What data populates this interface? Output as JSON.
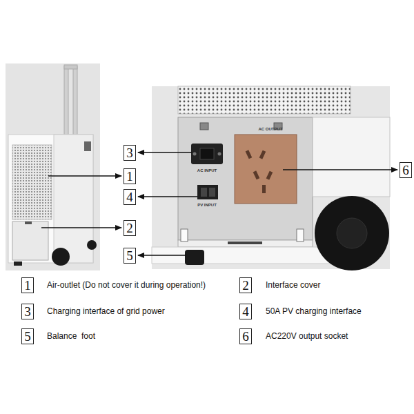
{
  "diagram": {
    "nodes": [
      {
        "text": [
          "3"
        ]
      },
      {
        "text": [
          "6"
        ]
      },
      {
        "text": [
          "1"
        ]
      },
      {
        "text": [
          "4"
        ]
      },
      {
        "text": [
          "2"
        ]
      },
      {
        "text": [
          "5"
        ]
      },
      {
        "text": [
          "1"
        ]
      },
      {
        "text": [
          "2"
        ]
      },
      {
        "text": [
          "3"
        ]
      },
      {
        "text": [
          "4"
        ]
      },
      {
        "text": [
          "5"
        ]
      },
      {
        "text": [
          "6"
        ]
      }
    ],
    "labels": [
      "AC OUTPUT",
      "AC INPUT",
      "PV INPUT",
      "Air-outlet (Do not cover it during operation!)",
      "Interface cover",
      "Charging interface of grid power",
      "50A PV charging interface",
      "Balance  foot",
      "AC220V output socket"
    ]
  }
}
